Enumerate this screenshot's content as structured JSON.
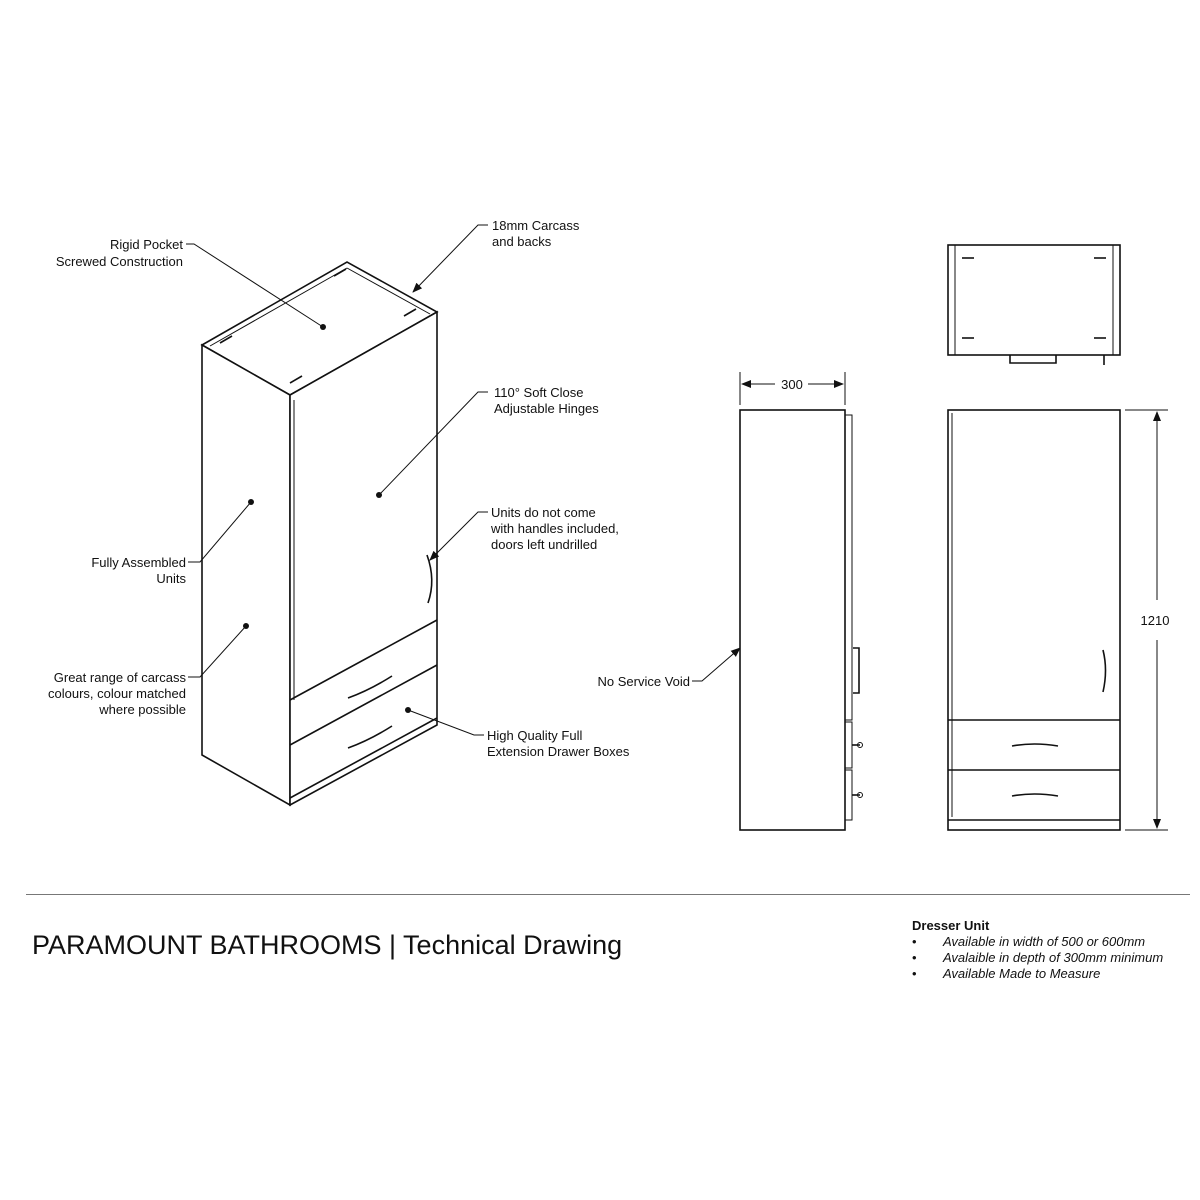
{
  "annotations": {
    "rigid_pocket": [
      "Rigid Pocket",
      "Screwed Construction"
    ],
    "carcass": [
      "18mm Carcass",
      "and backs"
    ],
    "hinges": [
      "110° Soft Close",
      "Adjustable Hinges"
    ],
    "handles": [
      "Units do not come",
      "with handles included,",
      "doors left undrilled"
    ],
    "assembled": [
      "Fully Assembled",
      "Units"
    ],
    "colours": [
      "Great range of carcass",
      "colours, colour matched",
      "where possible"
    ],
    "drawers": [
      "High Quality Full",
      "Extension Drawer Boxes"
    ],
    "service_void": "No Service Void"
  },
  "dimensions": {
    "depth": "300",
    "height": "1210"
  },
  "footer": {
    "title": "PARAMOUNT BATHROOMS | Technical Drawing",
    "product": "Dresser Unit",
    "bullets": [
      "Available in width of 500 or 600mm",
      "Avalaible in depth of 300mm minimum",
      "Available Made to Measure"
    ],
    "bullet_char": "•"
  }
}
